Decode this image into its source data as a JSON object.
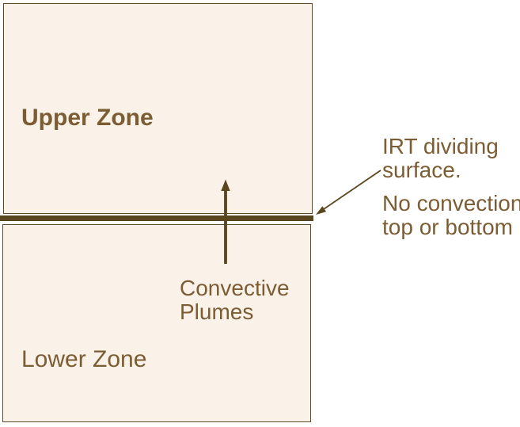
{
  "diagram": {
    "upper_zone_label": "Upper Zone",
    "lower_zone_label": "Lower Zone",
    "plumes_label": "Convective Plumes",
    "notes": {
      "irt": "IRT dividing surface.",
      "no_convection": "No convection top or bottom"
    },
    "icons": {
      "up_arrow": "upward-arrow",
      "pointer_arrow": "arrow-pointing-to-dividing-surface"
    },
    "colors": {
      "canvas_bg": "#ffffff",
      "zone_fill": "#faf1e9",
      "zone_border": "#5e4a26",
      "line_dark": "#5a461e",
      "text_brown": "#7c5d33"
    }
  }
}
